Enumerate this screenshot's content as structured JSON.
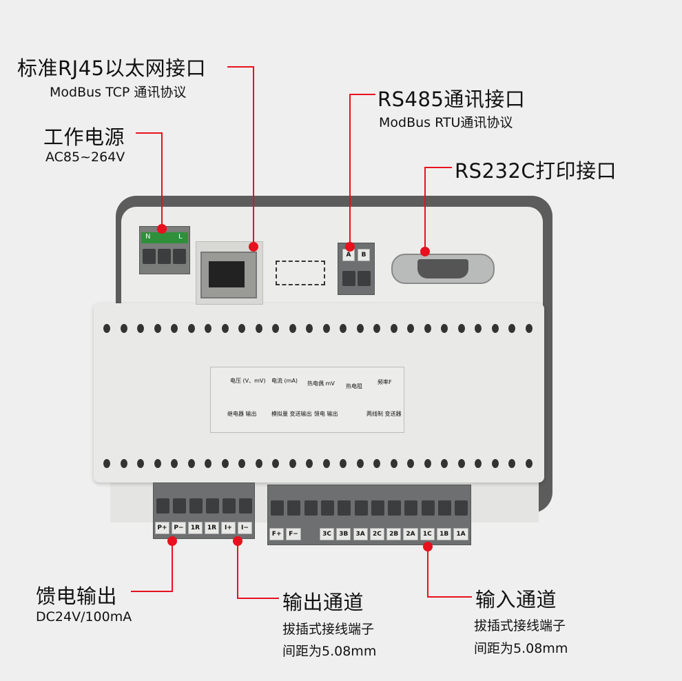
{
  "callouts": {
    "rj45": {
      "title": "标准RJ45以太网接口",
      "sub": "ModBus TCP 通讯协议"
    },
    "power": {
      "title": "工作电源",
      "sub": "AC85~264V"
    },
    "rs485": {
      "title": "RS485通讯接口",
      "sub": "ModBus RTU通讯协议"
    },
    "rs232": {
      "title": "RS232C打印接口"
    },
    "feed": {
      "title": "馈电输出",
      "sub": "DC24V/100mA"
    },
    "output": {
      "title": "输出通道",
      "sub1": "拔插式接线端子",
      "sub2": "间距为5.08mm"
    },
    "input": {
      "title": "输入通道",
      "sub1": "拔插式接线端子",
      "sub2": "间距为5.08mm"
    }
  },
  "device": {
    "power_terminal": [
      "N",
      "",
      "L"
    ],
    "rs485_terminal": [
      "A",
      "B"
    ],
    "left_terminals": [
      "P+",
      "P−",
      "1R",
      "1R",
      "I+",
      "I−"
    ],
    "right_terminals": [
      "F+",
      "F−",
      "",
      "3C",
      "3B",
      "3A",
      "2C",
      "2B",
      "2A",
      "1C",
      "1B",
      "1A"
    ],
    "wiring_panel": [
      "电压 (V、mV)",
      "电流 (mA)",
      "热电偶 mV",
      "热电阻",
      "频率F",
      "继电器 输出",
      "模拟量 变送输出",
      "馈电 输出",
      "两线制 变送器"
    ]
  },
  "colors": {
    "accent": "#e8101e"
  }
}
